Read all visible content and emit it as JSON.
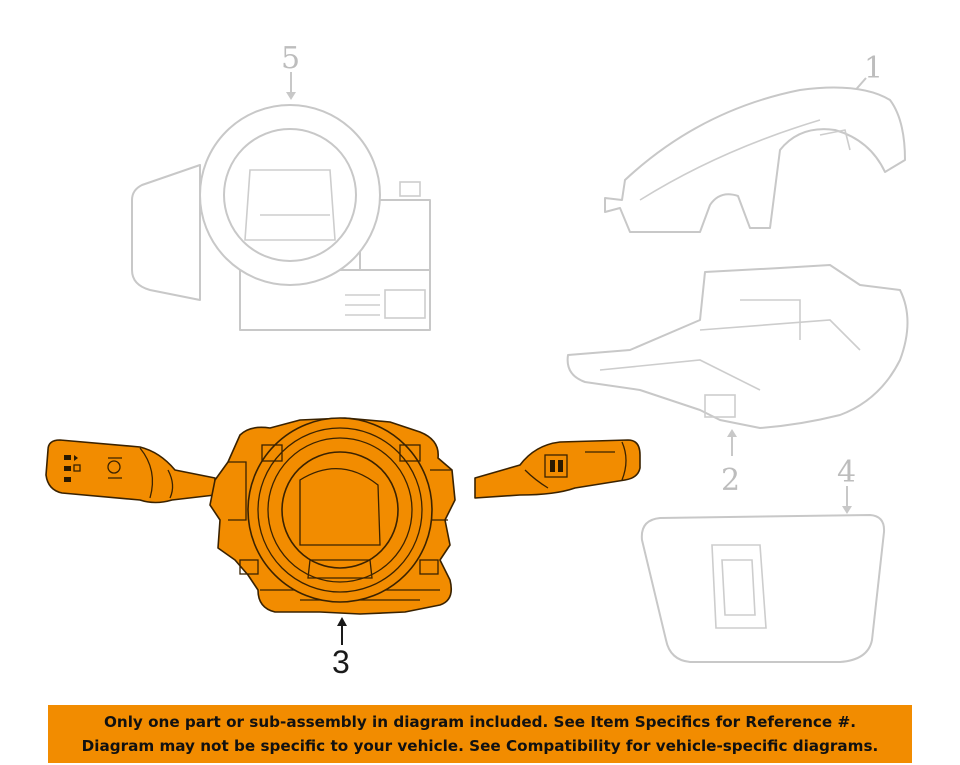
{
  "diagram": {
    "callouts": [
      {
        "id": "1",
        "label": "1",
        "highlighted": false
      },
      {
        "id": "2",
        "label": "2",
        "highlighted": false
      },
      {
        "id": "3",
        "label": "3",
        "highlighted": true
      },
      {
        "id": "4",
        "label": "4",
        "highlighted": false
      },
      {
        "id": "5",
        "label": "5",
        "highlighted": false
      }
    ],
    "highlight_color": "#f28c00",
    "ghost_color": "#c8c8c8"
  },
  "banner": {
    "line1": "Only one part or sub-assembly in diagram included. See Item Specifics for Reference #.",
    "line2": "Diagram may not be specific to your vehicle. See Compatibility for vehicle-specific diagrams.",
    "background": "#f28c00"
  }
}
